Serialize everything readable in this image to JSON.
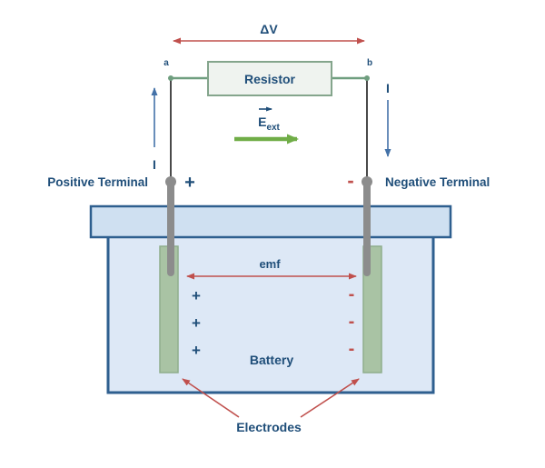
{
  "colors": {
    "text-blue": "#1f4e79",
    "arrow-red": "#c0504d",
    "minus-red": "#c0504d",
    "arrow-blue": "#4472a8",
    "arrow-green": "#70ad47",
    "wire-green": "#6f9e7f",
    "resistor-fill": "#eff3ef",
    "resistor-border": "#84a58c",
    "battery-border": "#2e5f8f",
    "lid-fill": "#cfe0f1",
    "body-fill": "#dde8f6",
    "electrode-fill": "#a9c3a4",
    "electrode-border": "#8fae8c",
    "rod-gray": "#8c8c8c"
  },
  "labels": {
    "delta_v": "ΔV",
    "point_a": "a",
    "point_b": "b",
    "resistor": "Resistor",
    "e_field_main": "E",
    "e_field_sub": "ext",
    "current_left": "I",
    "current_right": "I",
    "positive_terminal": "Positive Terminal",
    "negative_terminal": "Negative Terminal",
    "terminal_plus": "+",
    "terminal_minus": "-",
    "emf": "emf",
    "battery": "Battery",
    "electrodes": "Electrodes"
  },
  "charges": {
    "plus": [
      "+",
      "+",
      "+"
    ],
    "minus": [
      "-",
      "-",
      "-"
    ]
  }
}
